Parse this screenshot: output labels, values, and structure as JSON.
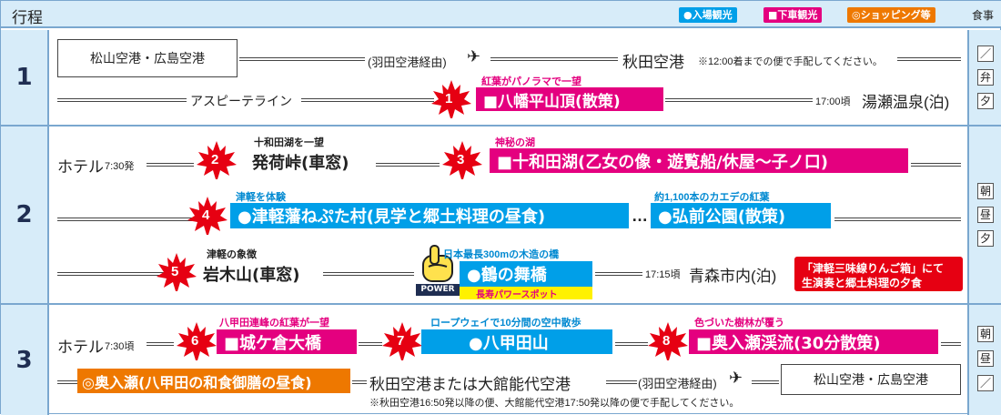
{
  "header": {
    "title": "行程",
    "legend": {
      "entry": "●入場観光",
      "drop": "■下車観光",
      "shopping": "◎ショッピング等"
    },
    "meal_label": "食事",
    "colors": {
      "entry": "#009fe8",
      "drop": "#e4007f",
      "shopping": "#ee7800",
      "header_bg": "#d7ecf9"
    }
  },
  "day1": {
    "day": "1",
    "start_box": "松山空港・広島空港",
    "via": "(羽田空港経由)",
    "arrive": "秋田空港",
    "arrive_note": "※12:00着までの便で手配してください。",
    "route": "アスピーテライン",
    "spot1_number": "1",
    "spot1_caption": "紅葉がパノラマで一望",
    "spot1_name": "■八幡平山頂(散策)",
    "time_end": "17:00頃",
    "end": "湯瀬温泉(泊)",
    "meals": [
      "／",
      "弁",
      "夕"
    ]
  },
  "day2": {
    "day": "2",
    "hotel": "ホテル",
    "start_time": "7:30発",
    "spot2_number": "2",
    "spot2_caption": "十和田湖を一望",
    "spot2_name": "発荷峠(車窓)",
    "spot3_number": "3",
    "spot3_caption": "神秘の湖",
    "spot3_name": "■十和田湖(乙女の像・遊覧船/休屋〜子ノ口)",
    "spot4_number": "4",
    "spot4_caption": "津軽を体験",
    "spot4_name": "●津軽藩ねぷた村(見学と郷土料理の昼食)",
    "dots": "…",
    "spot_park_caption": "約1,100本のカエデの紅葉",
    "spot_park_name": "●弘前公園(散策)",
    "spot5_number": "5",
    "spot5_caption": "津軽の象徴",
    "spot5_name": "岩木山(車窓)",
    "bridge_caption": "日本最長300mの木造の橋",
    "bridge_name": "●鶴の舞橋",
    "power_label": "POWER",
    "power_spot": "長寿パワースポット",
    "time_end": "17:15頃",
    "end": "青森市内(泊)",
    "dinner_note_line1": "「津軽三味線りんご箱」にて",
    "dinner_note_line2": "生演奏と郷土料理の夕食",
    "meals": [
      "朝",
      "昼",
      "夕"
    ]
  },
  "day3": {
    "day": "3",
    "hotel": "ホテル",
    "start_time": "7:30頃",
    "spot6_number": "6",
    "spot6_caption": "八甲田連峰の紅葉が一望",
    "spot6_name": "■城ケ倉大橋",
    "spot7_number": "7",
    "spot7_caption": "ロープウェイで10分間の空中散歩",
    "spot7_name": "●八甲田山",
    "spot8_number": "8",
    "spot8_caption": "色づいた樹林が覆う",
    "spot8_name": "■奥入瀬渓流(30分散策)",
    "lunch": "◎奥入瀬(八甲田の和食御膳の昼食)",
    "depart": "秋田空港または大館能代空港",
    "via": "(羽田空港経由)",
    "end_box": "松山空港・広島空港",
    "depart_note": "※秋田空港16:50発以降の便、大館能代空港17:50発以降の便で手配してください。",
    "meals": [
      "朝",
      "昼",
      "／"
    ]
  }
}
